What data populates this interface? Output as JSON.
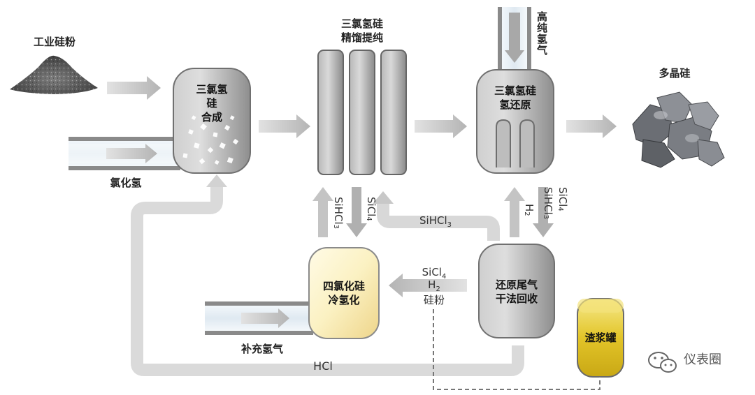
{
  "labels": {
    "industrial_silicon_powder": "工业硅粉",
    "hydrogen_chloride": "氯化氢",
    "tcs_synthesis_line1": "三氯氢",
    "tcs_synthesis_line2": "硅",
    "tcs_synthesis_line3": "合成",
    "tcs_distillation_line1": "三氯氢硅",
    "tcs_distillation_line2": "精馏提纯",
    "high_purity_hydrogen": "高纯氢气",
    "tcs_reduction_line1": "三氯氢硅",
    "tcs_reduction_line2": "氢还原",
    "polysilicon": "多晶硅",
    "stc_cold_hydro_line1": "四氯化硅",
    "stc_cold_hydro_line2": "冷氢化",
    "tail_gas_line1": "还原尾气",
    "tail_gas_line2": "干法回收",
    "supplementary_hydrogen": "补充氢气",
    "slurry_tank": "渣浆罐",
    "watermark": "仪表圈"
  },
  "flows": {
    "sihcl3_up": {
      "base": "SiHCl",
      "sub": "3"
    },
    "sicl4_down": {
      "base": "SiCl",
      "sub": "4"
    },
    "sihcl3_return": {
      "base": "SiHCl",
      "sub": "3"
    },
    "h2_up": {
      "base": "H",
      "sub": "2"
    },
    "sicl4_right": {
      "base": "SiCl",
      "sub": "4"
    },
    "sihcl3_right": {
      "base": "SiHCl",
      "sub": "3"
    },
    "mix_sicl4": {
      "base": "SiCl",
      "sub": "4"
    },
    "mix_h2": {
      "base": "H",
      "sub": "2"
    },
    "mix_powder": "硅粉",
    "hcl": "HCl"
  }
}
